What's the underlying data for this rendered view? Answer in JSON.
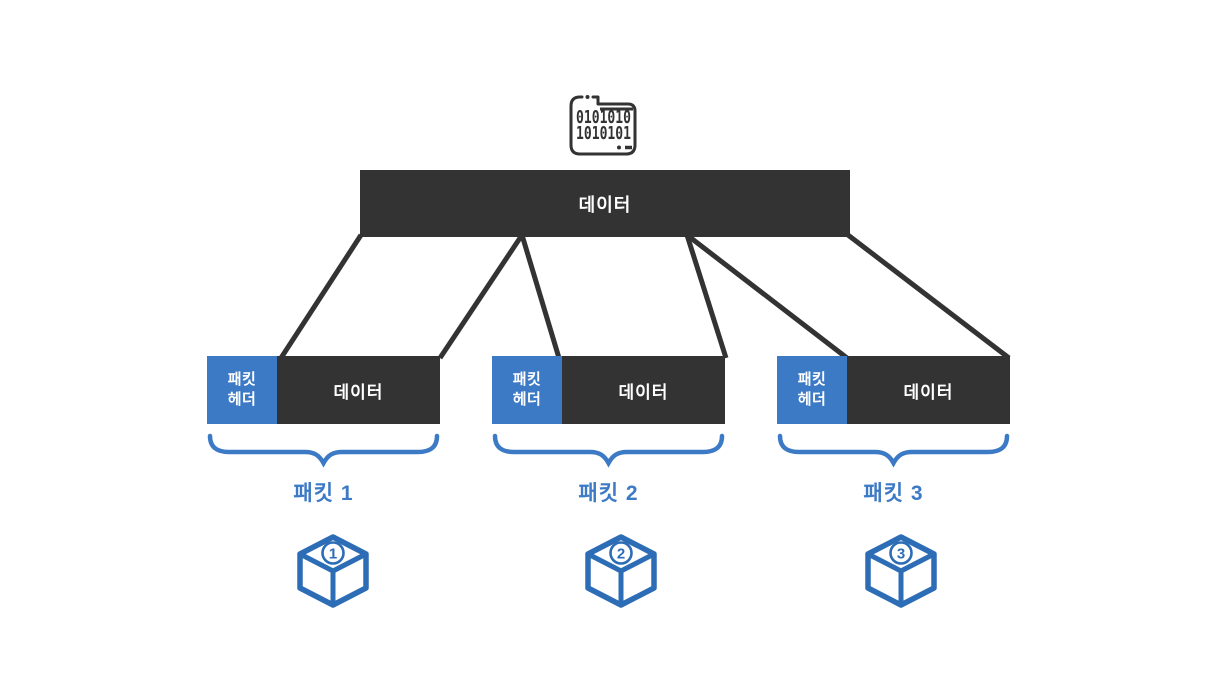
{
  "diagram": {
    "source": {
      "binary_row1": "0101010",
      "binary_row2": "1010101",
      "bar_label": "데이터"
    },
    "packets": [
      {
        "header_label": "패킷\n헤더",
        "data_label": "데이터",
        "name_label": "패킷 1",
        "number": "1"
      },
      {
        "header_label": "패킷\n헤더",
        "data_label": "데이터",
        "name_label": "패킷 2",
        "number": "2"
      },
      {
        "header_label": "패킷\n헤더",
        "data_label": "데이터",
        "name_label": "패킷 3",
        "number": "3"
      }
    ],
    "colors": {
      "dark": "#333333",
      "header_blue": "#3D7AC5",
      "accent_blue": "#3D7AC5",
      "cube_blue": "#2D6DB5"
    }
  }
}
